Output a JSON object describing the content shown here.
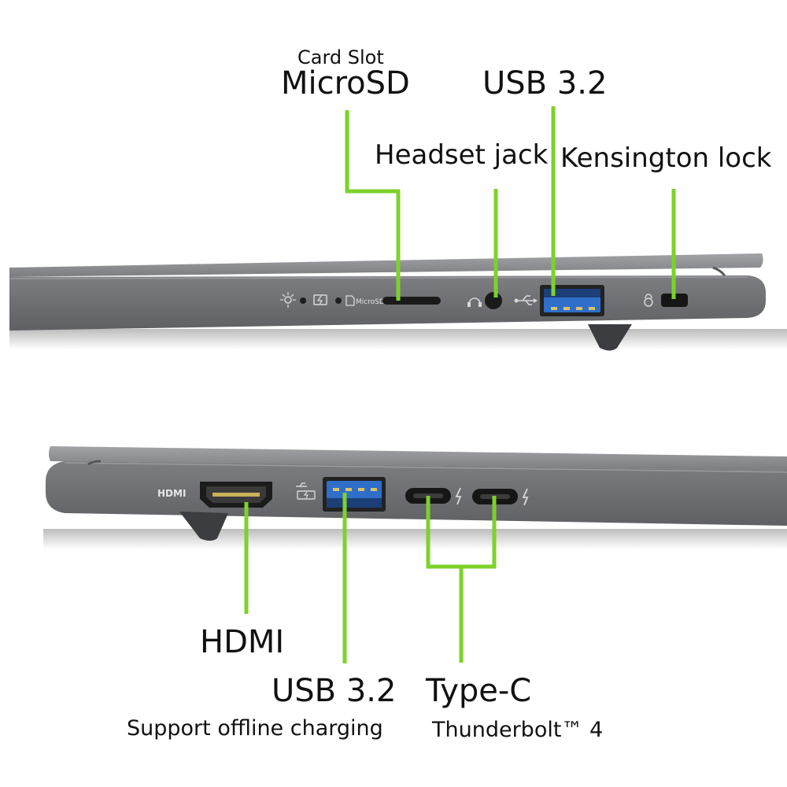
{
  "colors": {
    "callout": "#7dd22a",
    "laptop_body": "#6e6f73",
    "laptop_lid": "#8a8b8f",
    "port_usb_blue": "#2f6fc9",
    "text": "#111111"
  },
  "right_side": {
    "card_slot_title": "Card Slot",
    "microsd_label": "MicroSD",
    "usb_label": "USB 3.2",
    "headset_label": "Headset jack",
    "kensington_label": "Kensington lock",
    "microsd_port_text": "MicroSD",
    "icons": [
      "power-light-icon",
      "battery-charge-icon",
      "microsd-icon",
      "headset-icon",
      "usb-icon",
      "lock-icon"
    ]
  },
  "left_side": {
    "hdmi_label": "HDMI",
    "usb_label": "USB 3.2",
    "usb_sub": "Support offline charging",
    "typec_label": "Type-C",
    "typec_sub": "Thunderbolt™ 4",
    "hdmi_port_text": "HDMI",
    "icons": [
      "hdmi-logo-icon",
      "usb-charge-icon",
      "thunderbolt-icon",
      "thunderbolt-icon"
    ]
  }
}
